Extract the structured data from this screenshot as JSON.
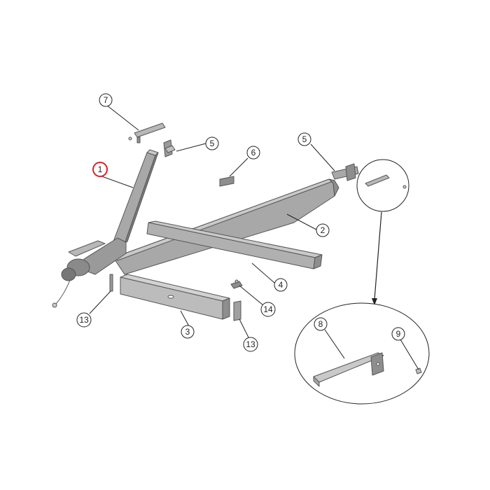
{
  "callouts": {
    "c1": "1",
    "c2": "2",
    "c3": "3",
    "c4": "4",
    "c5a": "5",
    "c5b": "5",
    "c6": "6",
    "c7": "7",
    "c8": "8",
    "c9": "9",
    "c13a": "13",
    "c13b": "13",
    "c14": "14"
  },
  "colors": {
    "highlight": "#d9202a",
    "part_light": "#c9c9c9",
    "part_mid": "#a8a8a8",
    "part_dark": "#7d7d7d",
    "line": "#222222"
  }
}
